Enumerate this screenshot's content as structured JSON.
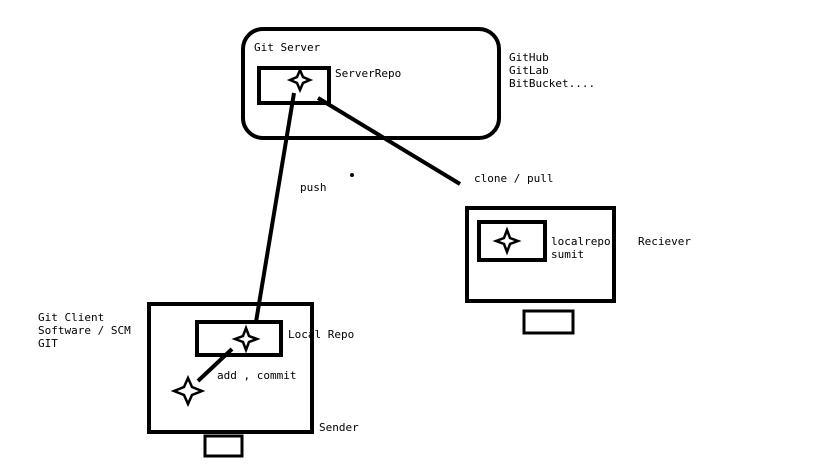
{
  "server": {
    "title": "Git Server",
    "repo_label": "ServerRepo",
    "hosts": [
      "GitHub",
      "GitLab",
      "BitBucket...."
    ]
  },
  "client": {
    "desc": [
      "Git Client",
      "Software / SCM",
      "GIT"
    ],
    "repo_label": "Local Repo",
    "action_label": "add , commit",
    "role": "Sender"
  },
  "receiver": {
    "repo_labels": [
      "localrepo",
      "sumit"
    ],
    "role": "Reciever"
  },
  "edges": {
    "push": "push",
    "clone": "clone / pull"
  },
  "colors": {
    "ink": "#000000",
    "background": "#ffffff"
  },
  "icons": [
    "sparkle-icon",
    "sparkle-icon",
    "sparkle-icon",
    "sparkle-icon"
  ]
}
